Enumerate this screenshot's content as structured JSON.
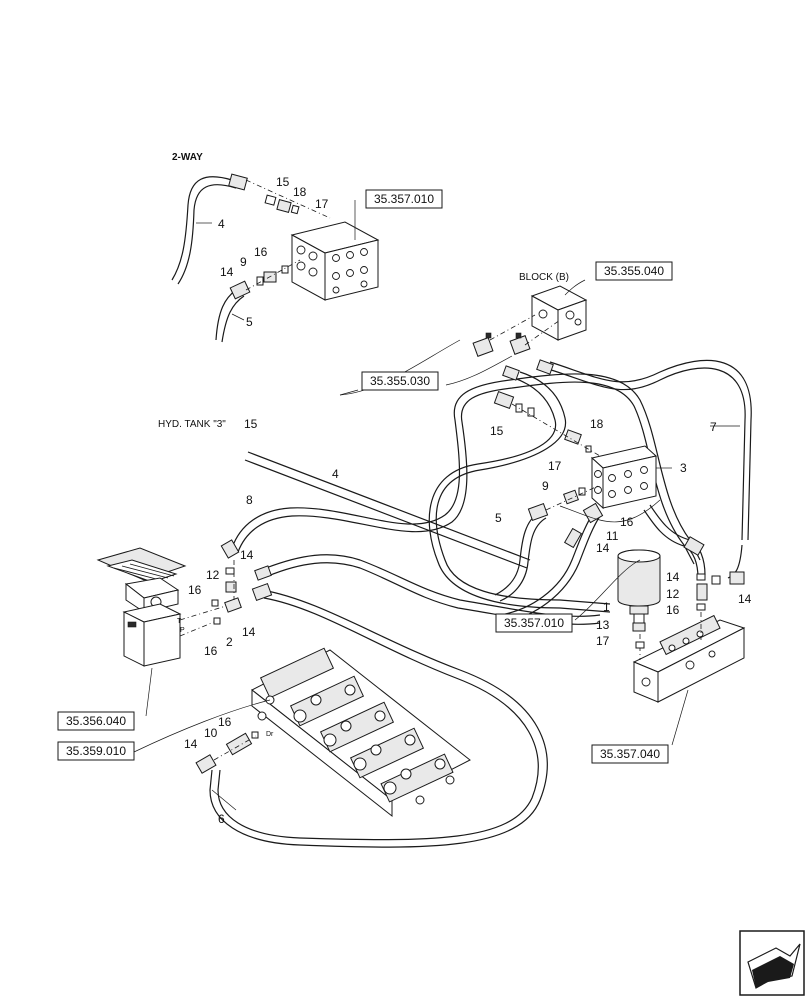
{
  "labels": {
    "two_way": "2-WAY",
    "block_b": "BLOCK (B)",
    "hyd_tank": "HYD. TANK \"3\"",
    "port_t": "T",
    "port_p": "P",
    "port_dr": "Dr"
  },
  "references": [
    "35.357.010",
    "35.355.040",
    "35.355.030",
    "35.357.010",
    "35.356.040",
    "35.359.010",
    "35.357.040"
  ],
  "callouts": {
    "c_top_15": "15",
    "c_top_18": "18",
    "c_top_17": "17",
    "c_top_4": "4",
    "c_top_16": "16",
    "c_top_9": "9",
    "c_top_14": "14",
    "c_top_5": "5",
    "c_tank_15": "15",
    "c_mid_4": "4",
    "c_mid_8": "8",
    "c_mid_15": "15",
    "c_mid_18": "18",
    "c_mid_17": "17",
    "c_mid_3": "3",
    "c_mid_9": "9",
    "c_mid_5": "5",
    "c_mid_16": "16",
    "c_mid_11": "11",
    "c_mid_14": "14",
    "c_r_7": "7",
    "c_r_14a": "14",
    "c_r_14b": "14",
    "c_r_12": "12",
    "c_r_16": "16",
    "c_r_1": "1",
    "c_r_13": "13",
    "c_r_17": "17",
    "c_ped_14": "14",
    "c_ped_12": "12",
    "c_ped_16a": "16",
    "c_ped_2": "2",
    "c_ped_14b": "14",
    "c_ped_16b": "16",
    "c_v_16": "16",
    "c_v_10": "10",
    "c_v_14": "14",
    "c_v_6": "6"
  },
  "corner_icon": "arrow-icon"
}
